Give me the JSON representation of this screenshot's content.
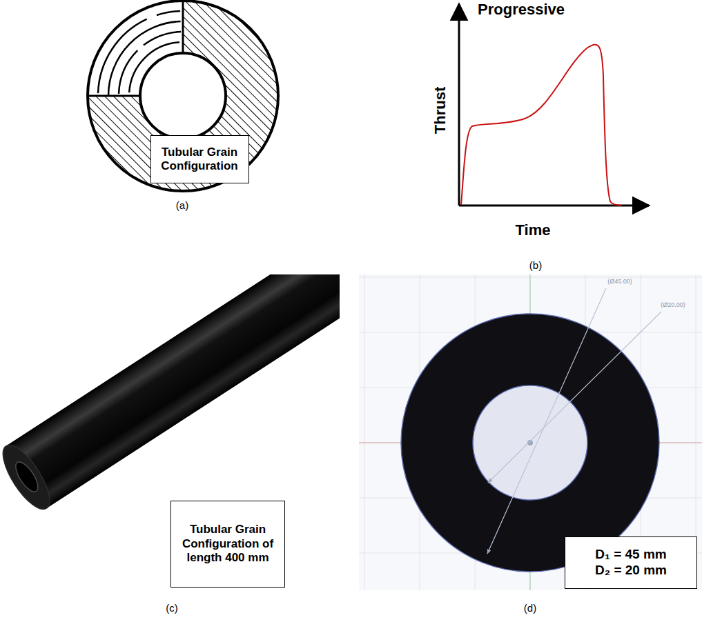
{
  "diagram": {
    "nodes": [
      {
        "text": [
          "Tubular Grain Configuration"
        ]
      },
      {
        "text": [
          "Tubular Grain Configuration of length 400 mm"
        ]
      },
      {
        "text": [
          "D₁ = 45 mm",
          "D₂ = 20 mm"
        ]
      }
    ],
    "labels": [
      "(a)",
      "Progressive",
      "Thrust",
      "Time",
      "(b)",
      "(c)",
      "(Ø45.00)",
      "(Ø20.00)",
      "(d)"
    ]
  }
}
